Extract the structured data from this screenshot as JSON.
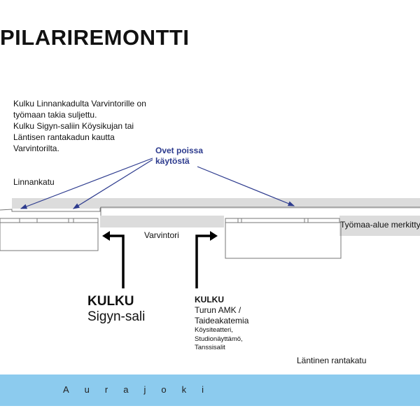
{
  "title": "PILARIREMONTTI",
  "description": [
    "Kulku Linnankadulta Varvintorille on",
    "työmaan takia suljettu.",
    "Kulku Sigyn-saliin Köysikujan tai",
    "Läntisen rantakadun kautta",
    "Varvintorilta."
  ],
  "doors_note": [
    "Ovet poissa",
    "käytöstä"
  ],
  "streets": {
    "linnankatu": "Linnankatu",
    "varvintori": "Varvintori",
    "lantinen_rantakatu": "Läntinen rantakatu"
  },
  "worksite_label": "Työmaa-alue merkitty ha",
  "entrance_left": {
    "heading": "KULKU",
    "target": "Sigyn-sali"
  },
  "entrance_right": {
    "heading": "KULKU",
    "line1": "Turun AMK /",
    "line2": "Taideakatemia",
    "details": [
      "Köysiteatteri,",
      "Studionäyttämö,",
      "Tanssisalit"
    ]
  },
  "river": "Aurajoki",
  "colors": {
    "annotation": "#2d3b8e",
    "river": "#8ccbee",
    "road": "#dcdcdc"
  }
}
